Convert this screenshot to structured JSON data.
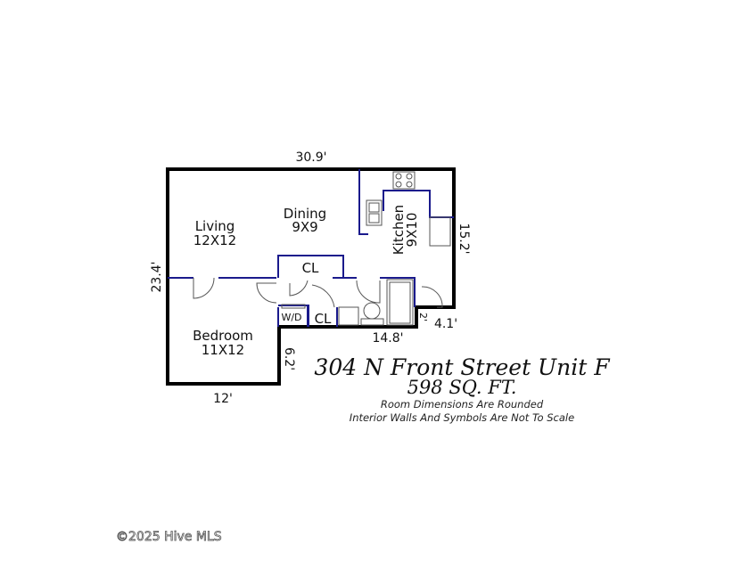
{
  "plan": {
    "rooms": [
      {
        "name": "Living",
        "size": "12X12"
      },
      {
        "name": "Dining",
        "size": "9X9"
      },
      {
        "name": "Kitchen",
        "size": "9X10"
      },
      {
        "name": "Bedroom",
        "size": "11X12"
      },
      {
        "name": "CL"
      },
      {
        "name": "CL"
      },
      {
        "name": "W/D"
      }
    ],
    "dimensions": {
      "top": "30.9'",
      "left": "23.4'",
      "right": "15.2'",
      "bottom_left": "12'",
      "bedroom_right": "6.2'",
      "bottom_middle": "14.8'",
      "step_right": "4.1'",
      "step_small": "2'"
    },
    "colors": {
      "exterior_wall": "#000000",
      "interior_wall": "#1a1a8c"
    }
  },
  "caption": {
    "address": "304 N Front Street Unit F",
    "area": "598 SQ. FT.",
    "note1": "Room Dimensions Are Rounded",
    "note2": "Interior Walls And Symbols Are Not To Scale"
  },
  "watermark": "©2025 Hive MLS"
}
